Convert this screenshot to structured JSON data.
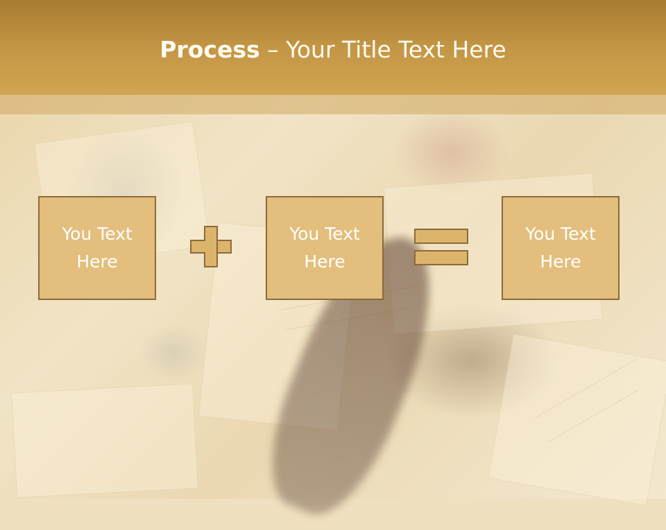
{
  "slide": {
    "title_bold": "Process",
    "title_rest": " – Your Title Text Here",
    "boxes": [
      {
        "line1": "You Text",
        "line2": "Here"
      },
      {
        "line1": "You Text",
        "line2": "Here"
      },
      {
        "line1": "You Text",
        "line2": "Here"
      }
    ],
    "operators": [
      "plus-icon",
      "equals-icon"
    ],
    "colors": {
      "header": "#c39645",
      "box_fill": "#e3be7c",
      "box_border": "#8a6a3b",
      "text": "#ffffff"
    }
  }
}
